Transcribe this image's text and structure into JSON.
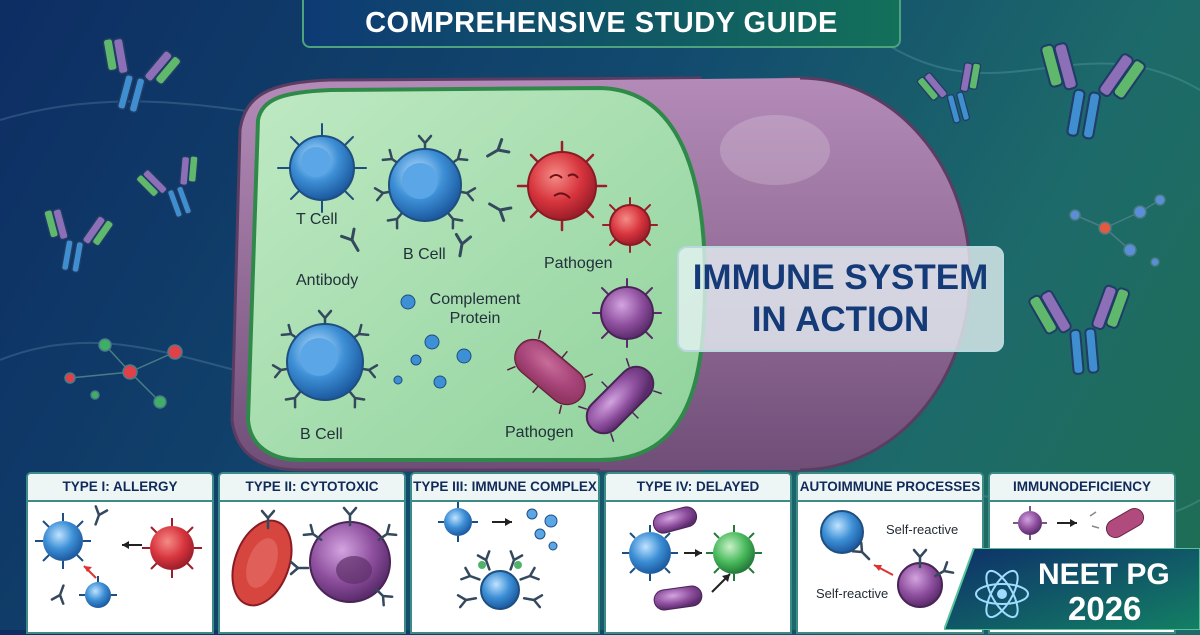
{
  "title": "COMPREHENSIVE STUDY GUIDE",
  "center_title": {
    "line1": "IMMUNE SYSTEM",
    "line2": "IN ACTION"
  },
  "cell_labels": {
    "t_cell": "T Cell",
    "b_cell_top": "B Cell",
    "antibody": "Antibody",
    "pathogen_top": "Pathogen",
    "complement_line1": "Complement",
    "complement_line2": "Protein",
    "b_cell_bottom": "B Cell",
    "pathogen_bottom": "Pathogen"
  },
  "cards": [
    {
      "title": "TYPE I: ALLERGY"
    },
    {
      "title": "TYPE II: CYTOTOXIC"
    },
    {
      "title": "TYPE III: IMMUNE COMPLEX"
    },
    {
      "title": "TYPE IV: DELAYED"
    },
    {
      "title": "AUTOIMMUNE PROCESSES",
      "labels": [
        "Self-reactive",
        "Self-reactive"
      ]
    },
    {
      "title": "IMMUNODEFICIENCY"
    }
  ],
  "badge": {
    "line1": "NEET PG",
    "line2": "2026"
  },
  "colors": {
    "cell_blue": "#3d8fd6",
    "pathogen_red": "#d7343d",
    "pathogen_purple": "#8e4f9e",
    "membrane_purple": "#9a6f9e",
    "cytoplasm_green": "#a8dfb1",
    "antibody_blue": "#3f8fd0",
    "antibody_green": "#5fb86b",
    "antibody_purple": "#8c6fb6"
  },
  "icons": [
    "antibody-icon",
    "atom-icon",
    "arrow-icon"
  ]
}
